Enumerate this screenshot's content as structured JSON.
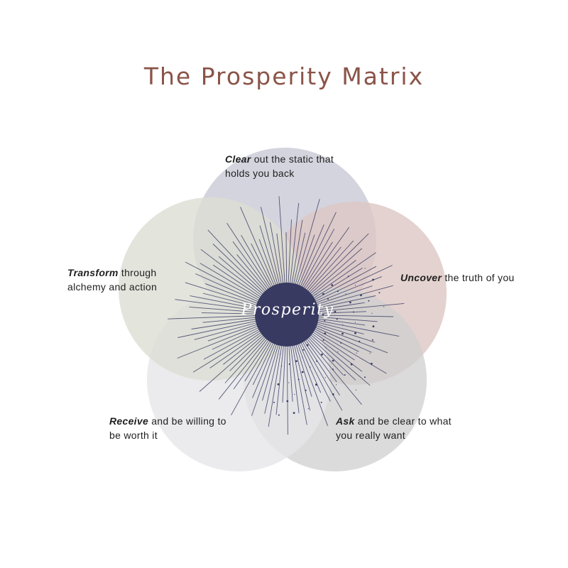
{
  "title": "The Prosperity Matrix",
  "center": {
    "label": "Prosperity"
  },
  "petals": [
    {
      "key": "clear",
      "keyword": "Clear",
      "rest": " out the static that holds you back",
      "color": "#c9c9d6"
    },
    {
      "key": "uncover",
      "keyword": "Uncover",
      "rest": " the truth of you",
      "color": "#dcc7c3"
    },
    {
      "key": "ask",
      "keyword": "Ask",
      "rest": " and be clear to what you really want",
      "color": "#cfcfcf"
    },
    {
      "key": "receive",
      "keyword": "Receive",
      "rest": " and be willing to be worth it",
      "color": "#e6e6e8"
    },
    {
      "key": "transform",
      "keyword": "Transform",
      "rest": " through alchemy and action",
      "color": "#dcddd3"
    }
  ],
  "colors": {
    "title": "#8a5448",
    "center": "#383a62",
    "rays": "#3c3e66"
  }
}
